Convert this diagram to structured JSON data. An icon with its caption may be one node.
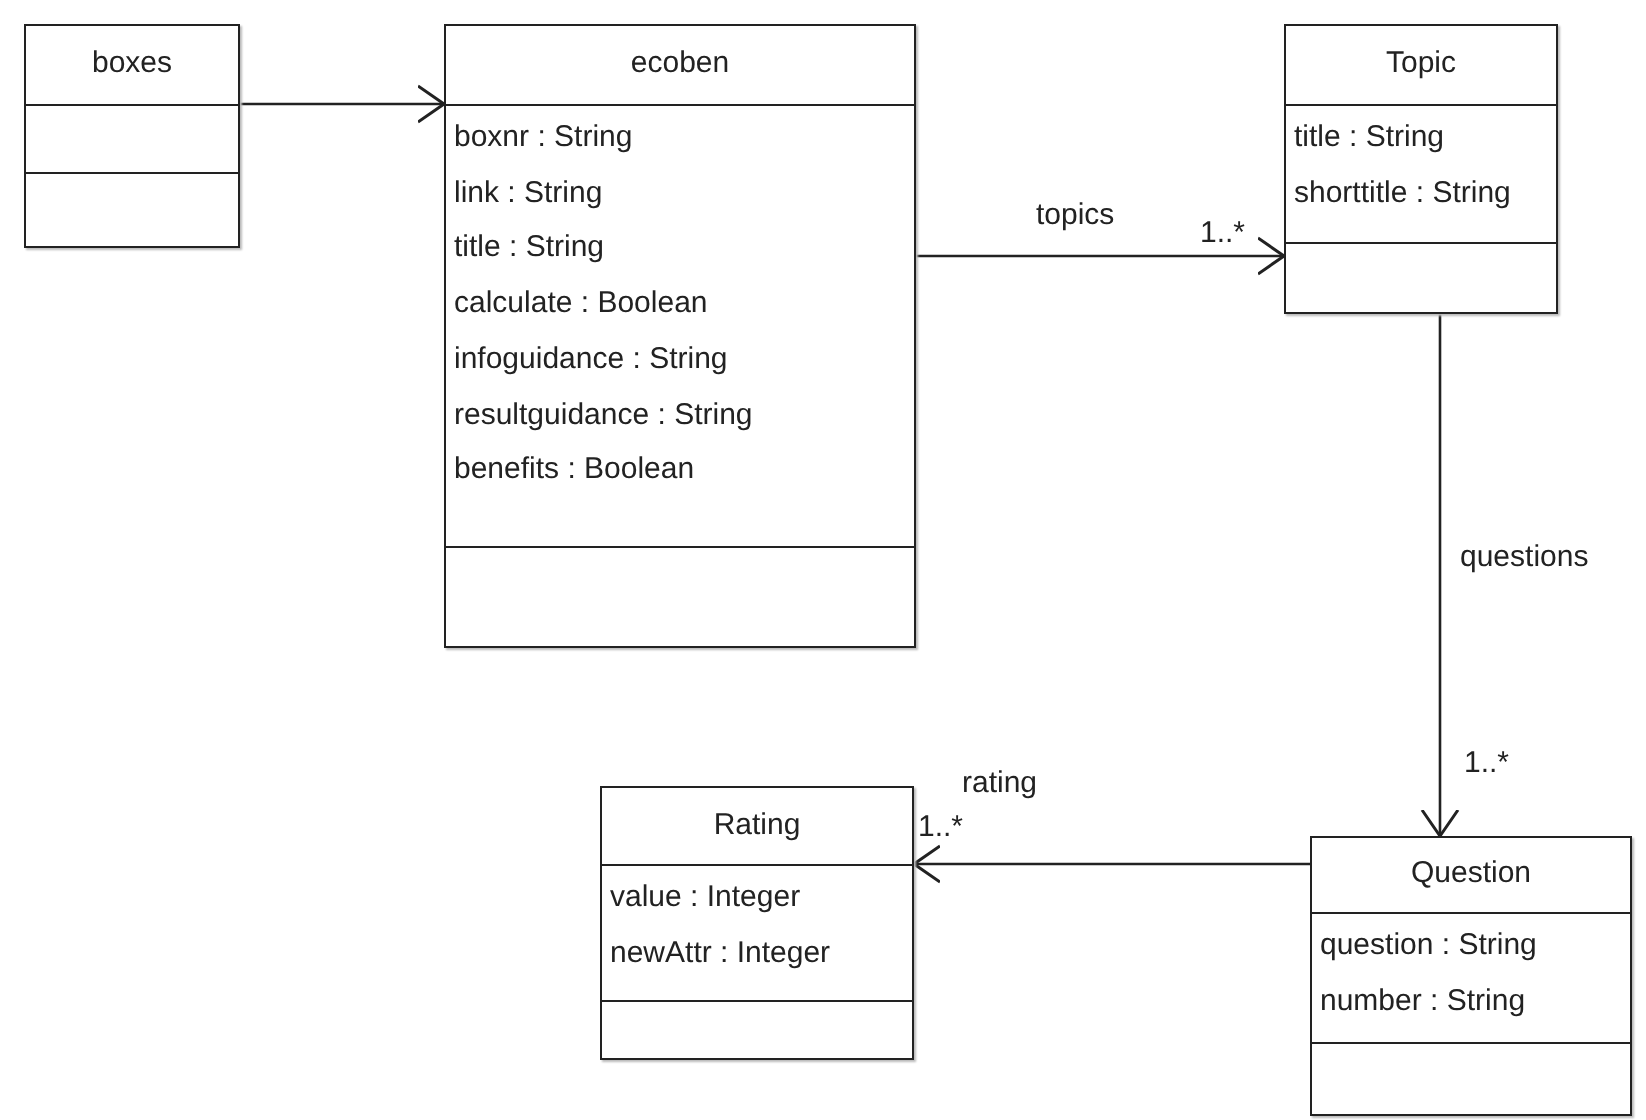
{
  "diagram": {
    "nodes": [
      {
        "text": [
          "boxes"
        ]
      },
      {
        "text": [
          "ecoben",
          "boxnr : String",
          "link : String",
          "title : String",
          "calculate : Boolean",
          "infoguidance : String",
          "resultguidance : String",
          "benefits : Boolean"
        ]
      },
      {
        "text": [
          "Topic",
          "title : String",
          "shorttitle : String"
        ]
      },
      {
        "text": [
          "Rating",
          "value : Integer",
          "newAttr : Integer"
        ]
      },
      {
        "text": [
          "Question",
          "question : String",
          "number : String"
        ]
      }
    ],
    "edges": [
      {
        "from": 0,
        "to": 1,
        "arrow": "to"
      },
      {
        "from": 1,
        "to": 2,
        "arrow": "to",
        "label": "topics"
      },
      {
        "from": 2,
        "to": 4,
        "arrow": "to",
        "label": "questions"
      },
      {
        "from": 4,
        "to": 3,
        "arrow": "to",
        "label": "rating"
      }
    ],
    "labels": [
      "1..*",
      "1..*",
      "1..*"
    ]
  }
}
